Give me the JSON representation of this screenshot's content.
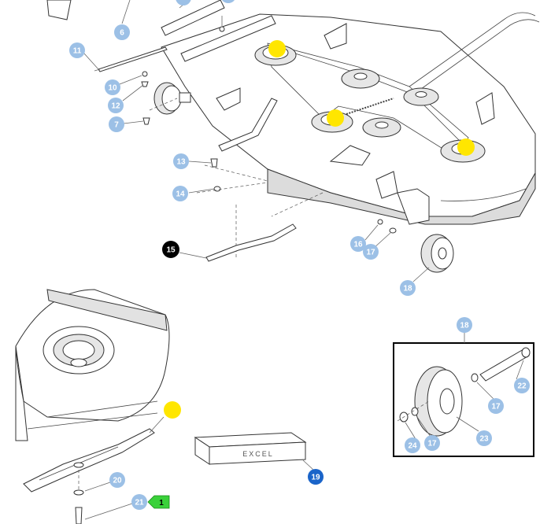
{
  "diagram": {
    "callouts": [
      {
        "id": "c6",
        "label": "6",
        "style": "blue"
      },
      {
        "id": "c7",
        "label": "7",
        "style": "blue"
      },
      {
        "id": "c10",
        "label": "10",
        "style": "blue"
      },
      {
        "id": "c11",
        "label": "11",
        "style": "blue"
      },
      {
        "id": "c12",
        "label": "12",
        "style": "blue"
      },
      {
        "id": "c13",
        "label": "13",
        "style": "blue"
      },
      {
        "id": "c14",
        "label": "14",
        "style": "blue"
      },
      {
        "id": "c15",
        "label": "15",
        "style": "black"
      },
      {
        "id": "c16",
        "label": "16",
        "style": "blue"
      },
      {
        "id": "c17a",
        "label": "17",
        "style": "blue"
      },
      {
        "id": "c18a",
        "label": "18",
        "style": "blue"
      },
      {
        "id": "c18b",
        "label": "18",
        "style": "blue"
      },
      {
        "id": "c17b",
        "label": "17",
        "style": "blue"
      },
      {
        "id": "c22",
        "label": "22",
        "style": "blue"
      },
      {
        "id": "c23",
        "label": "23",
        "style": "blue"
      },
      {
        "id": "c24",
        "label": "24",
        "style": "blue"
      },
      {
        "id": "c17c",
        "label": "17",
        "style": "blue"
      },
      {
        "id": "c19",
        "label": "19",
        "style": "dark"
      },
      {
        "id": "c20",
        "label": "20",
        "style": "blue"
      },
      {
        "id": "c21",
        "label": "21",
        "style": "blue"
      }
    ],
    "highlight_flag": {
      "label": "1",
      "color": "#3ad13a"
    },
    "box_label": "EXCEL",
    "colors": {
      "callout": "#9cc0e6",
      "callout_dark": "#1a64c9",
      "marker": "#ffe600"
    }
  }
}
